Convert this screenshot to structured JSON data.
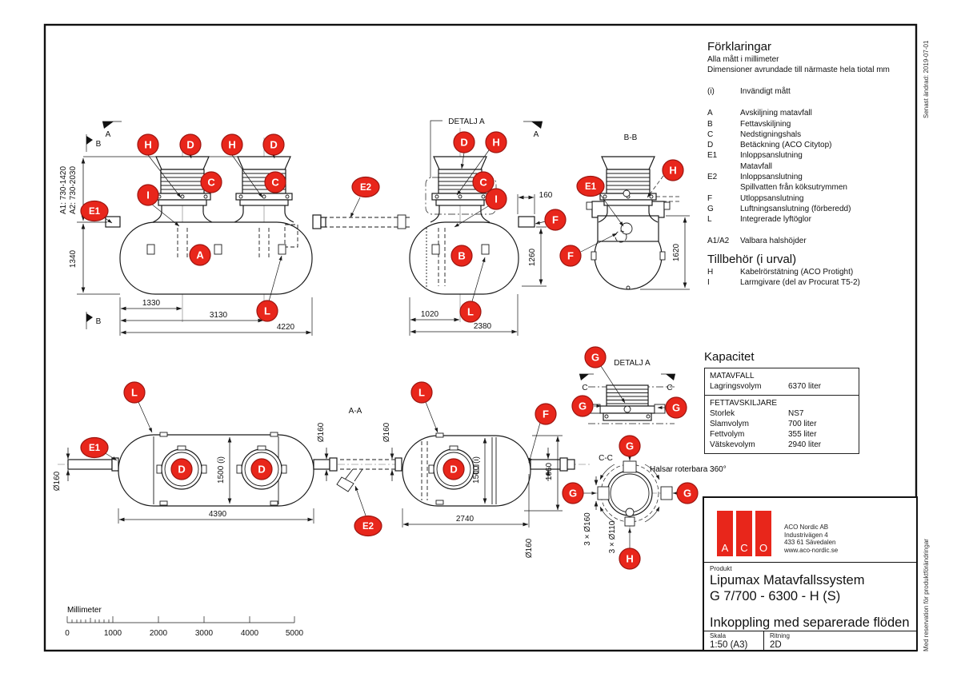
{
  "page": {
    "revision_note": "Senast ändrad: 2019-07-01",
    "disclaimer": "Med reservation för produktförändringar"
  },
  "legend": {
    "title": "Förklaringar",
    "note1": "Alla mått i millimeter",
    "note2": "Dimensioner avrundade till närmaste hela tiotal mm",
    "items": [
      {
        "key": "(i)",
        "desc": "Invändigt mått"
      },
      {
        "key": "A",
        "desc": "Avskiljning matavfall"
      },
      {
        "key": "B",
        "desc": "Fettavskiljning"
      },
      {
        "key": "C",
        "desc": "Nedstigningshals"
      },
      {
        "key": "D",
        "desc": "Betäckning (ACO Citytop)"
      },
      {
        "key": "E1",
        "desc": "Inloppsanslutning",
        "desc2": "Matavfall"
      },
      {
        "key": "E2",
        "desc": "Inloppsanslutning",
        "desc2": "Spillvatten från köksutrymmen"
      },
      {
        "key": "F",
        "desc": "Utloppsanslutning"
      },
      {
        "key": "G",
        "desc": "Luftningsanslutning (förberedd)"
      },
      {
        "key": "L",
        "desc": "Integrerade lyftöglor"
      },
      {
        "key": "A1/A2",
        "desc": "Valbara halshöjder"
      }
    ]
  },
  "accessories": {
    "title": "Tillbehör (i urval)",
    "items": [
      {
        "key": "H",
        "desc": "Kabelrörstätning (ACO Protight)"
      },
      {
        "key": "I",
        "desc": "Larmgivare (del av Procurat T5-2)"
      }
    ]
  },
  "capacity": {
    "title": "Kapacitet",
    "sections": [
      {
        "header": "MATAVFALL",
        "rows": [
          {
            "label": "Lagringsvolym",
            "value": "6370 liter"
          }
        ]
      },
      {
        "header": "FETTAVSKILJARE",
        "rows": [
          {
            "label": "Storlek",
            "value": "NS7"
          },
          {
            "label": "Slamvolym",
            "value": "700 liter"
          },
          {
            "label": "Fettvolym",
            "value": "355 liter"
          },
          {
            "label": "Vätskevolym",
            "value": "2940 liter"
          }
        ]
      }
    ]
  },
  "title_block": {
    "company": {
      "name": "ACO Nordic AB",
      "address1": "Industrivägen 4",
      "address2": "433 61  Sävedalen",
      "website": "www.aco-nordic.se",
      "logo_letters": [
        "A",
        "C",
        "O"
      ]
    },
    "product_label": "Produkt",
    "product_line1": "Lipumax Matavfallssystem",
    "product_line2": "G 7/700 - 6300 - H (S)",
    "product_line3": "Inkoppling med separerade flöden",
    "scale_label": "Skala",
    "scale_value": "1:50 (A3)",
    "drawing_label": "Ritning",
    "drawing_value": "2D"
  },
  "scalebar": {
    "title": "Millimeter",
    "ticks": [
      "0",
      "1000",
      "2000",
      "3000",
      "4000",
      "5000"
    ]
  },
  "drawing": {
    "markers": {
      "A": "A",
      "B": "B",
      "C": "C",
      "D": "D",
      "E1": "E1",
      "E2": "E2",
      "F": "F",
      "G": "G",
      "H": "H",
      "I": "I",
      "L": "L"
    },
    "views": {
      "detail_a": "DETALJ A",
      "section_aa": "A-A",
      "section_bb": "B-B",
      "section_cc": "C-C"
    },
    "flags": {
      "a": "A",
      "b": "B",
      "c": "C"
    },
    "notes": {
      "rotatable": "Halsar roterbara 360°"
    },
    "dims": {
      "a1": "A1: 730-1420",
      "a2": "A2: 730-2030",
      "h1340": "1340",
      "w1330": "1330",
      "w3130": "3130",
      "w4220": "4220",
      "w160": "160",
      "h1260": "1260",
      "w1020": "1020",
      "w2380": "2380",
      "h1620": "1620",
      "w4390": "4390",
      "w2740": "2740",
      "h1660": "1660",
      "inner1500": "1500 (i)",
      "dia160": "Ø160",
      "cc160": "3 × Ø160",
      "cc110": "3 × Ø110"
    }
  },
  "colors": {
    "marker_red": "#e8261b",
    "logo_red": "#e8261b",
    "line": "#1a1a1a"
  }
}
